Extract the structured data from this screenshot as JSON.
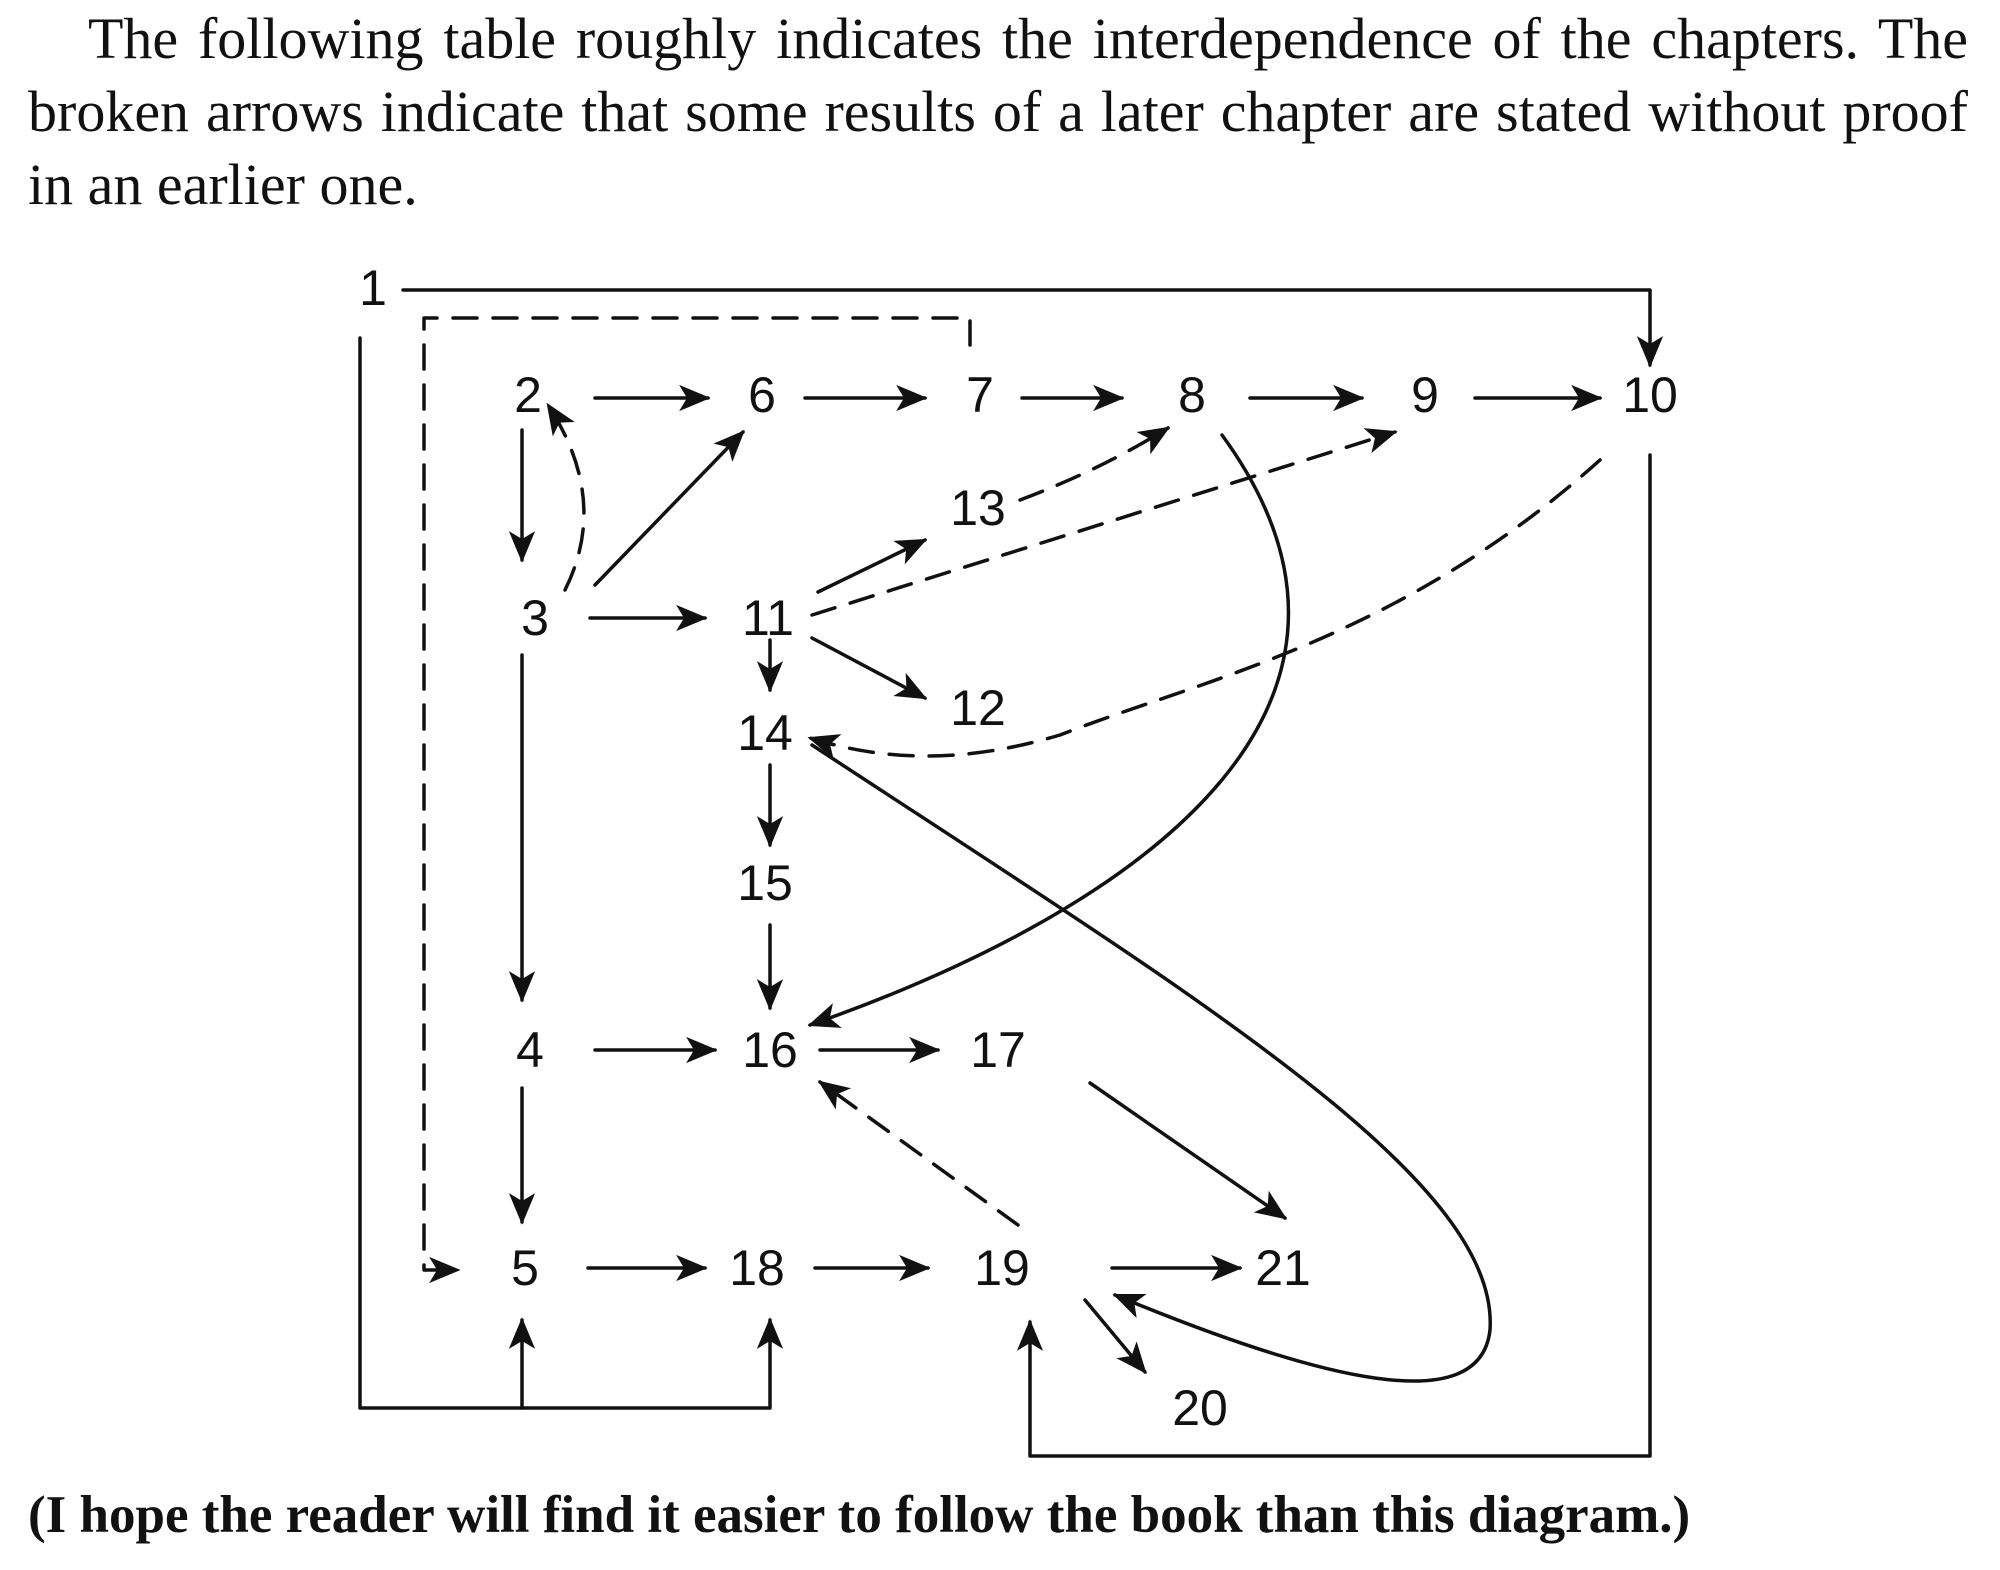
{
  "intro": {
    "text": "The following table roughly indicates the interdependence of the chapters. The broken arrows indicate that some results of a later chapter are stated without proof in an earlier one."
  },
  "caption": {
    "text": "(I hope the reader will find it easier to follow the book than this diagram.)"
  },
  "diagram": {
    "nodes": [
      {
        "id": "1",
        "label": "1"
      },
      {
        "id": "2",
        "label": "2"
      },
      {
        "id": "3",
        "label": "3"
      },
      {
        "id": "4",
        "label": "4"
      },
      {
        "id": "5",
        "label": "5"
      },
      {
        "id": "6",
        "label": "6"
      },
      {
        "id": "7",
        "label": "7"
      },
      {
        "id": "8",
        "label": "8"
      },
      {
        "id": "9",
        "label": "9"
      },
      {
        "id": "10",
        "label": "10"
      },
      {
        "id": "11",
        "label": "11"
      },
      {
        "id": "12",
        "label": "12"
      },
      {
        "id": "13",
        "label": "13"
      },
      {
        "id": "14",
        "label": "14"
      },
      {
        "id": "15",
        "label": "15"
      },
      {
        "id": "16",
        "label": "16"
      },
      {
        "id": "17",
        "label": "17"
      },
      {
        "id": "18",
        "label": "18"
      },
      {
        "id": "19",
        "label": "19"
      },
      {
        "id": "20",
        "label": "20"
      },
      {
        "id": "21",
        "label": "21"
      }
    ],
    "edges": [
      {
        "from": "1",
        "to": "10",
        "style": "solid"
      },
      {
        "from": "1",
        "to": "5",
        "style": "solid"
      },
      {
        "from": "1",
        "to": "18",
        "style": "solid"
      },
      {
        "from": "10",
        "to": "19",
        "style": "solid"
      },
      {
        "from": "7",
        "to": "5",
        "style": "dashed"
      },
      {
        "from": "2",
        "to": "6",
        "style": "solid"
      },
      {
        "from": "6",
        "to": "7",
        "style": "solid"
      },
      {
        "from": "7",
        "to": "8",
        "style": "solid"
      },
      {
        "from": "8",
        "to": "9",
        "style": "solid"
      },
      {
        "from": "9",
        "to": "10",
        "style": "solid"
      },
      {
        "from": "2",
        "to": "3",
        "style": "solid"
      },
      {
        "from": "3",
        "to": "2",
        "style": "dashed"
      },
      {
        "from": "3",
        "to": "6",
        "style": "solid"
      },
      {
        "from": "3",
        "to": "11",
        "style": "solid"
      },
      {
        "from": "3",
        "to": "4",
        "style": "solid"
      },
      {
        "from": "11",
        "to": "13",
        "style": "solid"
      },
      {
        "from": "13",
        "to": "8",
        "style": "dashed"
      },
      {
        "from": "11",
        "to": "9",
        "style": "dashed"
      },
      {
        "from": "11",
        "to": "12",
        "style": "solid"
      },
      {
        "from": "11",
        "to": "14",
        "style": "solid"
      },
      {
        "from": "10",
        "to": "14",
        "style": "dashed"
      },
      {
        "from": "14",
        "to": "15",
        "style": "solid"
      },
      {
        "from": "14",
        "to": "19",
        "style": "solid"
      },
      {
        "from": "15",
        "to": "16",
        "style": "solid"
      },
      {
        "from": "8",
        "to": "16",
        "style": "solid"
      },
      {
        "from": "4",
        "to": "16",
        "style": "solid"
      },
      {
        "from": "4",
        "to": "5",
        "style": "solid"
      },
      {
        "from": "16",
        "to": "17",
        "style": "solid"
      },
      {
        "from": "17",
        "to": "21",
        "style": "solid"
      },
      {
        "from": "19",
        "to": "16",
        "style": "dashed"
      },
      {
        "from": "5",
        "to": "18",
        "style": "solid"
      },
      {
        "from": "18",
        "to": "19",
        "style": "solid"
      },
      {
        "from": "19",
        "to": "21",
        "style": "solid"
      },
      {
        "from": "19",
        "to": "20",
        "style": "solid"
      }
    ]
  }
}
